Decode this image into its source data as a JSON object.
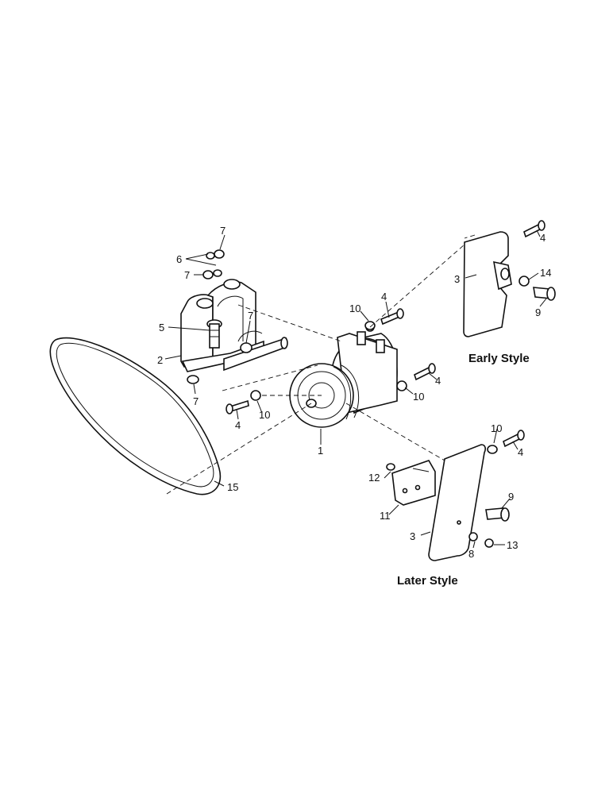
{
  "captions": {
    "early": "Early Style",
    "later": "Later Style"
  },
  "callouts": [
    "1",
    "2",
    "3",
    "3",
    "4",
    "4",
    "4",
    "4",
    "4",
    "5",
    "6",
    "7",
    "7",
    "7",
    "7",
    "8",
    "9",
    "9",
    "10",
    "10",
    "10",
    "10",
    "11",
    "12",
    "13",
    "14",
    "15"
  ]
}
